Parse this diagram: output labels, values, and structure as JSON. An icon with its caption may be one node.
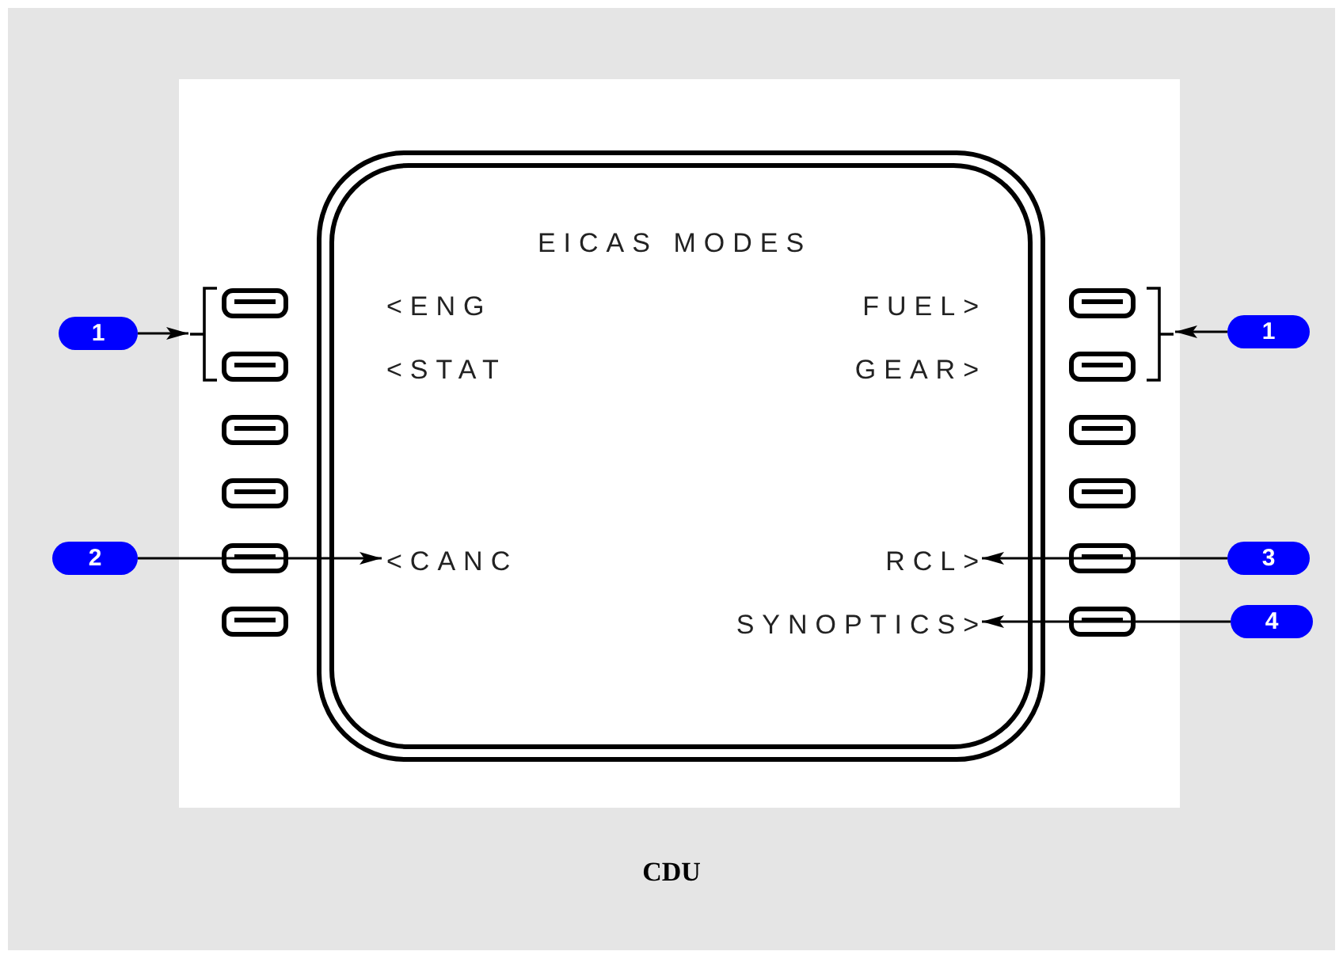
{
  "diagram": {
    "caption": "CDU",
    "nodes": [
      {
        "text": [
          "EICAS MODES",
          "<ENG",
          "FUEL>",
          "<STAT",
          "GEAR>"
        ]
      },
      {
        "text": [
          "<CANC"
        ],
        "in": 0
      },
      {
        "text": [
          "RCL>"
        ],
        "in": 0
      },
      {
        "text": [
          "SYNOPTICS>"
        ],
        "in": 0
      },
      {
        "text": [
          "1"
        ]
      },
      {
        "text": [],
        "shape": "bracket"
      },
      {
        "text": [
          "1"
        ]
      },
      {
        "text": [],
        "shape": "bracket"
      },
      {
        "text": [
          "2"
        ]
      },
      {
        "text": [
          "3"
        ]
      },
      {
        "text": [
          "4"
        ]
      }
    ],
    "edges": [
      {
        "from": 4,
        "to": 5,
        "arrow": "to"
      },
      {
        "from": 6,
        "to": 7,
        "arrow": "to"
      },
      {
        "from": 8,
        "to": 1,
        "arrow": "to"
      },
      {
        "from": 9,
        "to": 2,
        "arrow": "to"
      },
      {
        "from": 10,
        "to": 3,
        "arrow": "to"
      }
    ]
  }
}
